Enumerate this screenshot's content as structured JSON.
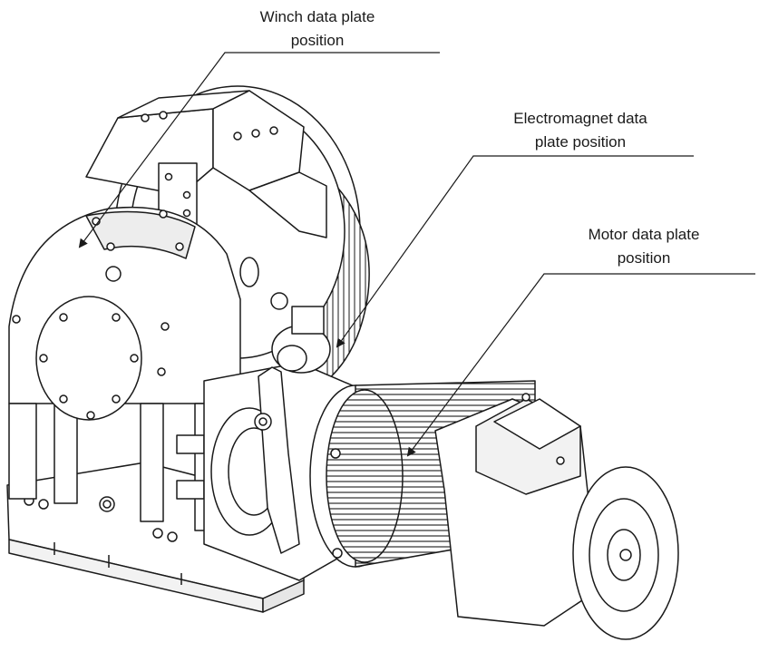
{
  "labels": {
    "winch": {
      "line1": "Winch data plate",
      "line2": "position"
    },
    "electromagnet": {
      "line1": "Electromagnet data",
      "line2": "plate position"
    },
    "motor": {
      "line1": "Motor data plate",
      "line2": "position"
    }
  },
  "colors": {
    "ink": "#1a1a1a",
    "paper": "#ffffff",
    "shade": "#d9d9d9"
  }
}
